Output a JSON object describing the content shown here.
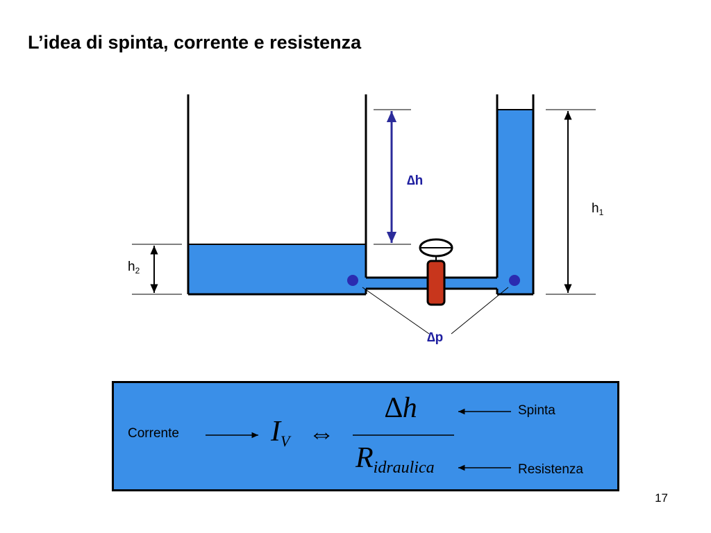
{
  "slide": {
    "title": "L’idea di spinta, corrente e resistenza",
    "page_number": "17"
  },
  "diagram": {
    "labels": {
      "delta_h": "∆h",
      "h1_base": "h",
      "h1_sub": "1",
      "h2_base": "h",
      "h2_sub": "2",
      "delta_p": "∆p"
    },
    "colors": {
      "water": "#3a8fe8",
      "valve": "#c8361c",
      "dot": "#2b2bb0",
      "arrow_dh": "#2b2b9a",
      "label_dark_blue": "#1f1fa0"
    }
  },
  "formula": {
    "corrente": "Corrente",
    "spinta": "Spinta",
    "resistenza": "Resistenza",
    "lhs_main": "I",
    "lhs_sub": "V",
    "equiv_symbol": "⇔",
    "numerator": "∆h",
    "denominator_main": "R",
    "denominator_sub": "idraulica"
  }
}
